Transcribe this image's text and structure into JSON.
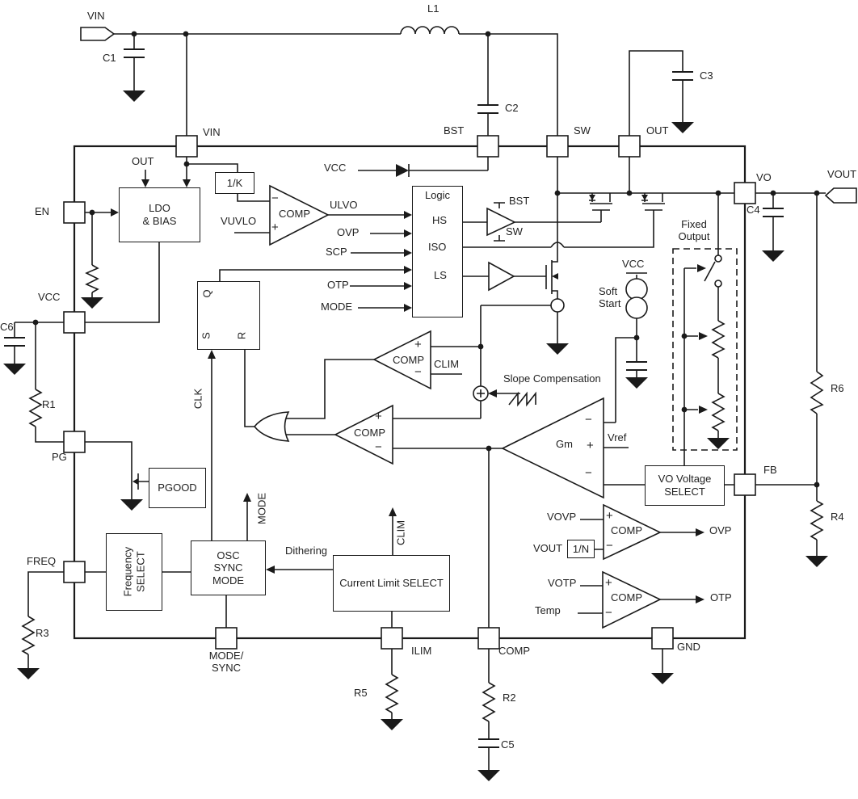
{
  "sym": {
    "plus": "+",
    "minus": "−"
  },
  "amp": {
    "comp": "COMP",
    "gm": "Gm"
  },
  "pins": {
    "vin": "VIN",
    "bst": "BST",
    "sw": "SW",
    "out": "OUT",
    "vo": "VO",
    "fb": "FB",
    "en": "EN",
    "vcc": "VCC",
    "pg": "PG",
    "freq": "FREQ",
    "mode_sync": "MODE/\nSYNC",
    "ilim": "ILIM",
    "comp": "COMP",
    "gnd": "GND"
  },
  "external": {
    "vin_connector": "VIN",
    "vout_connector": "VOUT",
    "l1": "L1",
    "c1": "C1",
    "c2": "C2",
    "c3": "C3",
    "c4": "C4",
    "c5": "C5",
    "c6": "C6",
    "r1": "R1",
    "r2": "R2",
    "r3": "R3",
    "r4": "R4",
    "r5": "R5",
    "r6": "R6"
  },
  "blocks": {
    "ldo": "LDO\n& BIAS",
    "divider_k": "1/K",
    "divider_n": "1/N",
    "logic_title": "Logic",
    "hs": "HS",
    "iso": "ISO",
    "ls": "LS",
    "latch_q": "Q",
    "latch_s": "S",
    "latch_r": "R",
    "pgood": "PGOOD",
    "frequency_select": "Frequency\nSELECT",
    "osc_sync_mode": "OSC\nSYNC\nMODE",
    "current_limit_select": "Current Limit SELECT",
    "vo_voltage_select": "VO Voltage\nSELECT",
    "fixed_output": "Fixed\nOutput",
    "soft_start": "Soft\nStart"
  },
  "signals": {
    "out_arrow": "OUT",
    "vcc_diode": "VCC",
    "vcc_soft_start": "VCC",
    "vuvlo": "VUVLO",
    "ulvo": "ULVO",
    "ovp_in": "OVP",
    "scp_in": "SCP",
    "otp_in": "OTP",
    "mode_in": "MODE",
    "bst_rail": "BST",
    "sw_rail": "SW",
    "clk": "CLK",
    "clim": "CLIM",
    "clim_arrow": "CLIM",
    "mode_arrow": "MODE",
    "dithering": "Dithering",
    "slope_compensation": "Slope Compensation",
    "vref": "Vref",
    "vovp": "VOVP",
    "vout_sense": "VOUT",
    "ovp_out": "OVP",
    "votp": "VOTP",
    "temp": "Temp",
    "otp_out": "OTP"
  }
}
